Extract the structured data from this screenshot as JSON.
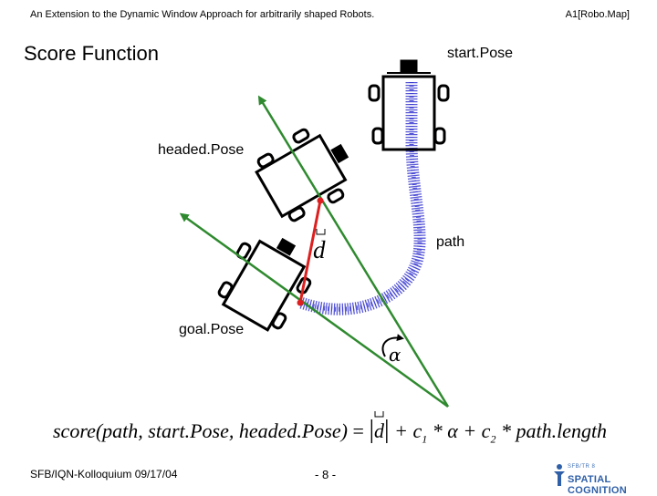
{
  "header": {
    "title": "An Extension to the Dynamic Window Approach for arbitrarily shaped Robots.",
    "ref": "A1[Robo.Map]"
  },
  "slide": {
    "title": "Score Function"
  },
  "labels": {
    "start_pose": "start.Pose",
    "headed_pose": "headed.Pose",
    "path": "path",
    "goal_pose": "goal.Pose",
    "d": "d",
    "alpha": "α"
  },
  "formula": {
    "lhs": "score(path, start.Pose, headed.Pose)",
    "eq": " = ",
    "d": "d",
    "plus1": " + c",
    "sub1": "1",
    "alpha_term": " * α + c",
    "sub2": "2",
    "length_term": " * path.length"
  },
  "footer": {
    "left": "SFB/IQN-Kolloquium 09/17/04",
    "page": "- 8 -"
  },
  "logo": {
    "top_text": "SFB/TR 8",
    "main_text": "SPATIAL COGNITION"
  },
  "colors": {
    "line_green": "#2f8a2f",
    "d_red": "#dd1f1f",
    "path_blue": "#3a3ad0",
    "logo_blue": "#2e5fa7"
  }
}
